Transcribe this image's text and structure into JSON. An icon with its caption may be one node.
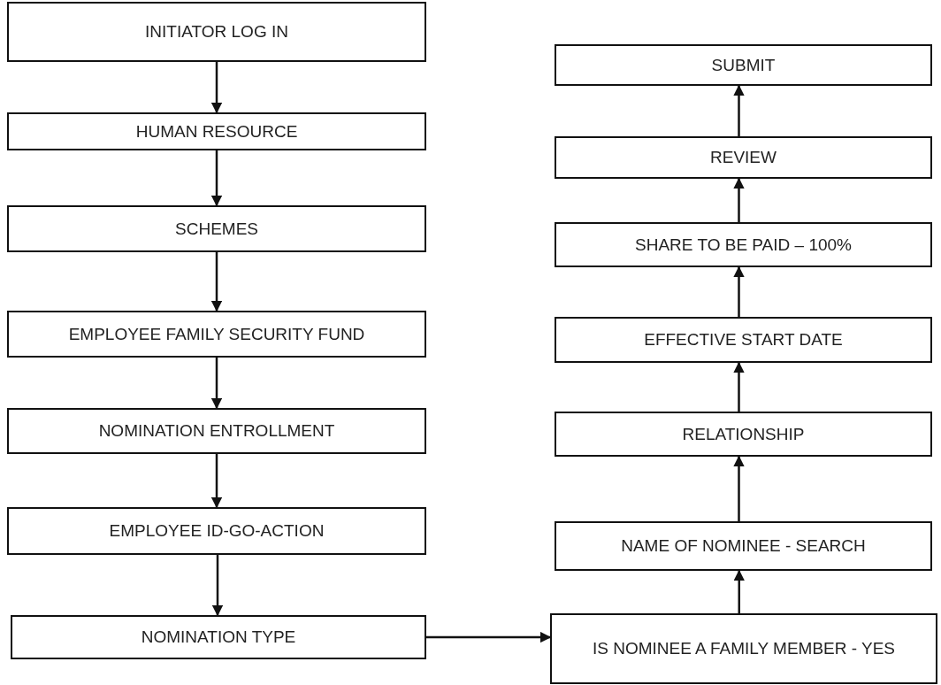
{
  "diagram": {
    "nodes": [
      {
        "text": [
          "INITIATOR LOG IN"
        ]
      },
      {
        "text": [
          "HUMAN RESOURCE"
        ]
      },
      {
        "text": [
          "SCHEMES"
        ]
      },
      {
        "text": [
          "EMPLOYEE FAMILY SECURITY FUND"
        ]
      },
      {
        "text": [
          "NOMINATION ENTROLLMENT"
        ]
      },
      {
        "text": [
          "EMPLOYEE ID-GO-ACTION"
        ]
      },
      {
        "text": [
          "NOMINATION TYPE"
        ]
      },
      {
        "text": [
          "IS NOMINEE A FAMILY MEMBER - YES"
        ]
      },
      {
        "text": [
          "NAME OF NOMINEE - SEARCH"
        ]
      },
      {
        "text": [
          "RELATIONSHIP"
        ]
      },
      {
        "text": [
          "EFFECTIVE START DATE"
        ]
      },
      {
        "text": [
          "SHARE TO BE PAID – 100%"
        ]
      },
      {
        "text": [
          "REVIEW"
        ]
      },
      {
        "text": [
          "SUBMIT"
        ]
      }
    ],
    "edges": [
      {
        "from": 0,
        "to": 1,
        "arrow": "to"
      },
      {
        "from": 1,
        "to": 2,
        "arrow": "to"
      },
      {
        "from": 2,
        "to": 3,
        "arrow": "to"
      },
      {
        "from": 3,
        "to": 4,
        "arrow": "to"
      },
      {
        "from": 4,
        "to": 5,
        "arrow": "to"
      },
      {
        "from": 5,
        "to": 6,
        "arrow": "to"
      },
      {
        "from": 6,
        "to": 7,
        "arrow": "to"
      },
      {
        "from": 7,
        "to": 8,
        "arrow": "to"
      },
      {
        "from": 8,
        "to": 9,
        "arrow": "to"
      },
      {
        "from": 9,
        "to": 10,
        "arrow": "to"
      },
      {
        "from": 10,
        "to": 11,
        "arrow": "to"
      },
      {
        "from": 11,
        "to": 12,
        "arrow": "to"
      },
      {
        "from": 12,
        "to": 13,
        "arrow": "to"
      }
    ]
  }
}
